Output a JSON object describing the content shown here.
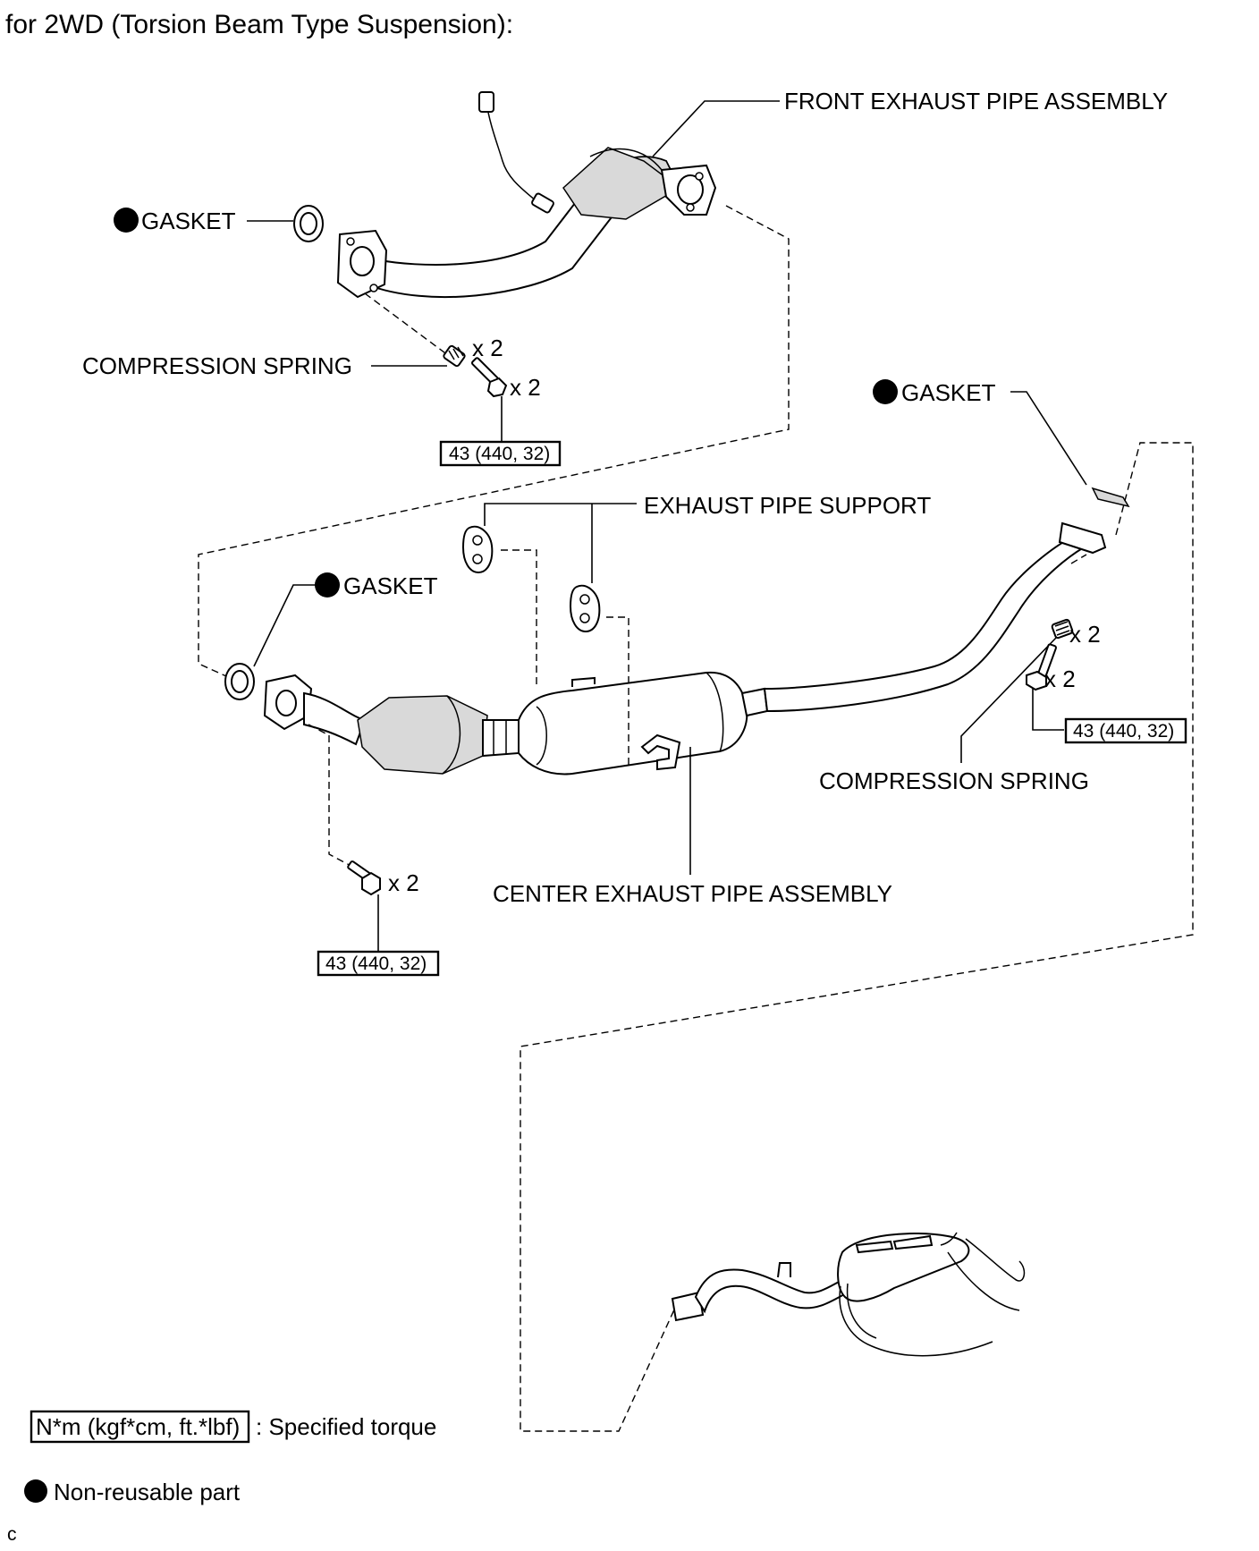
{
  "title": "for 2WD (Torsion Beam Type Suspension):",
  "labels": {
    "front_exhaust_pipe_assembly": "FRONT EXHAUST PIPE ASSEMBLY",
    "gasket_front": "GASKET",
    "compression_spring_front": "COMPRESSION SPRING",
    "gasket_rear": "GASKET",
    "exhaust_pipe_support": "EXHAUST PIPE SUPPORT",
    "gasket_center": "GASKET",
    "compression_spring_rear": "COMPRESSION SPRING",
    "center_exhaust_pipe_assembly": "CENTER EXHAUST PIPE ASSEMBLY"
  },
  "quantities": {
    "front_spring_qty": "x 2",
    "front_bolt_qty": "x 2",
    "rear_spring_qty": "x 2",
    "rear_bolt_qty": "x 2",
    "center_bolt_qty": "x 2"
  },
  "torques": {
    "front_bolt": "43 (440, 32)",
    "rear_bolt": "43 (440, 32)",
    "center_bolt": "43 (440, 32)"
  },
  "legend": {
    "torque_unit_box": "N*m (kgf*cm, ft.*lbf)",
    "torque_desc": ": Specified torque",
    "nonreusable_desc": "Non-reusable part"
  },
  "corner_mark": "c"
}
